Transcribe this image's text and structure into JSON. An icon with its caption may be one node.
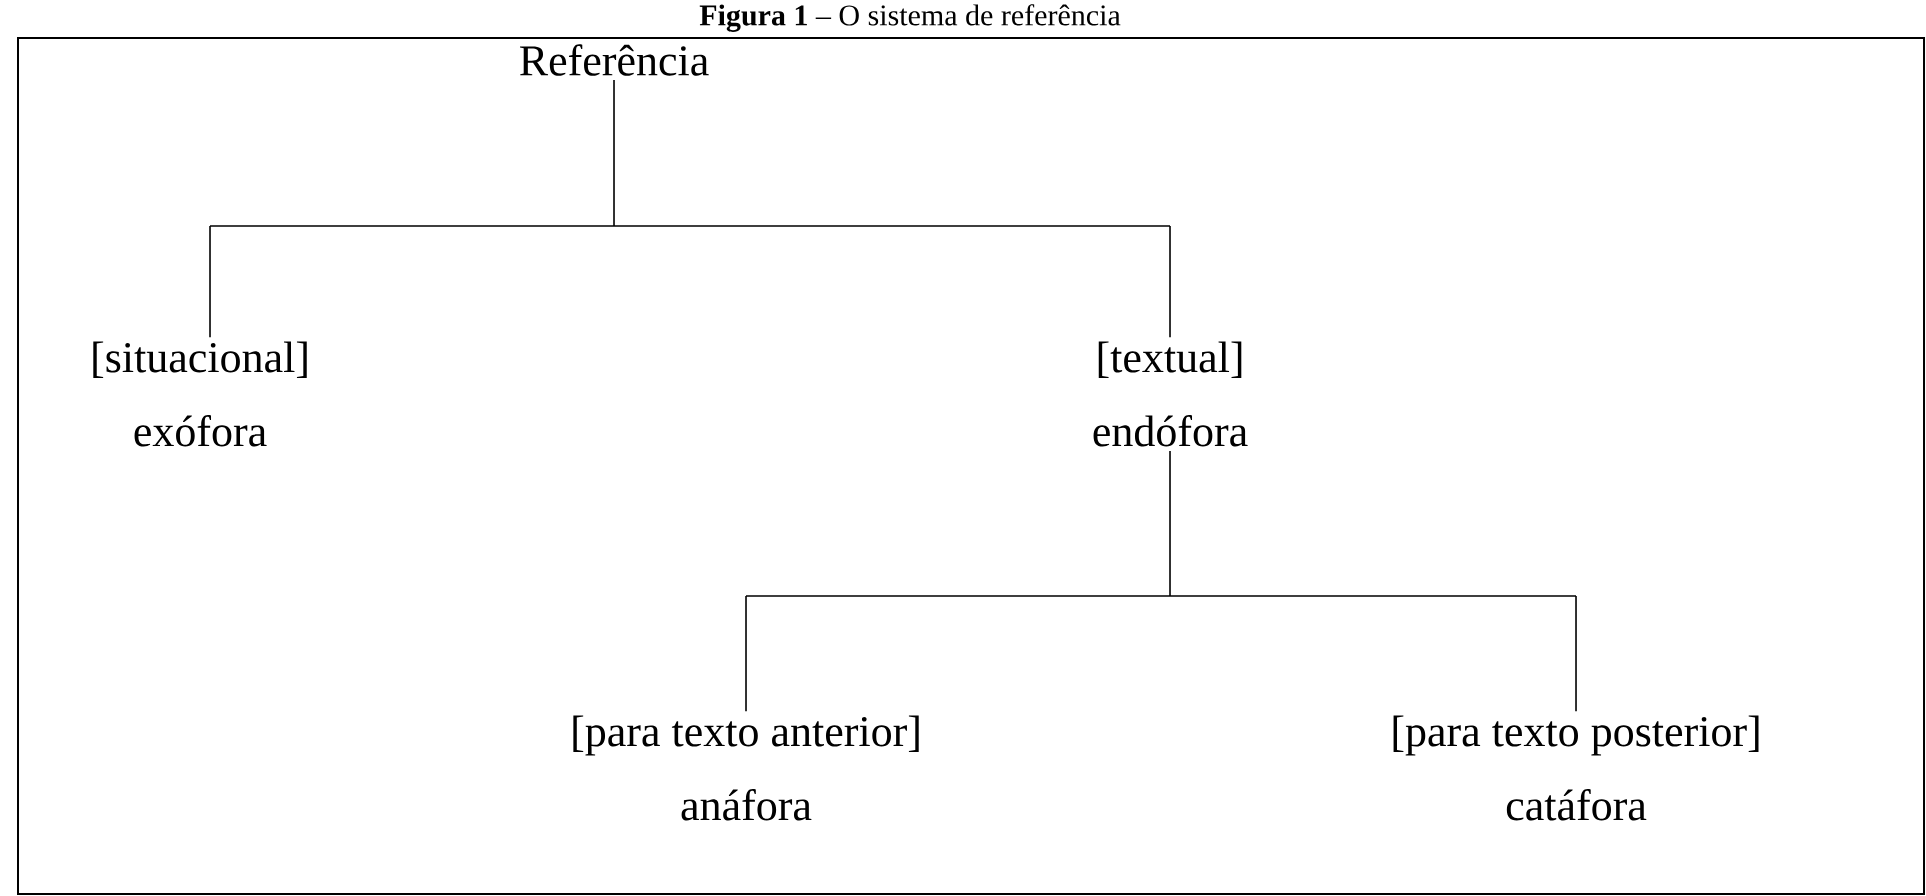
{
  "diagram": {
    "title": "**Figura 1** – O sistema de referência",
    "nodes": [
      {
        "text": [
          "Referência"
        ]
      },
      {
        "text": [
          "[situacional]",
          "exófora"
        ]
      },
      {
        "text": [
          "[textual]",
          "endófora"
        ]
      },
      {
        "text": [
          "[para texto anterior]",
          "anáfora"
        ]
      },
      {
        "text": [
          "[para texto posterior]",
          "catáfora"
        ]
      }
    ],
    "edges": [
      {
        "from": 0,
        "to": 1,
        "arrow": "none"
      },
      {
        "from": 0,
        "to": 2,
        "arrow": "none"
      },
      {
        "from": 2,
        "to": 3,
        "arrow": "none"
      },
      {
        "from": 2,
        "to": 4,
        "arrow": "none"
      }
    ]
  }
}
